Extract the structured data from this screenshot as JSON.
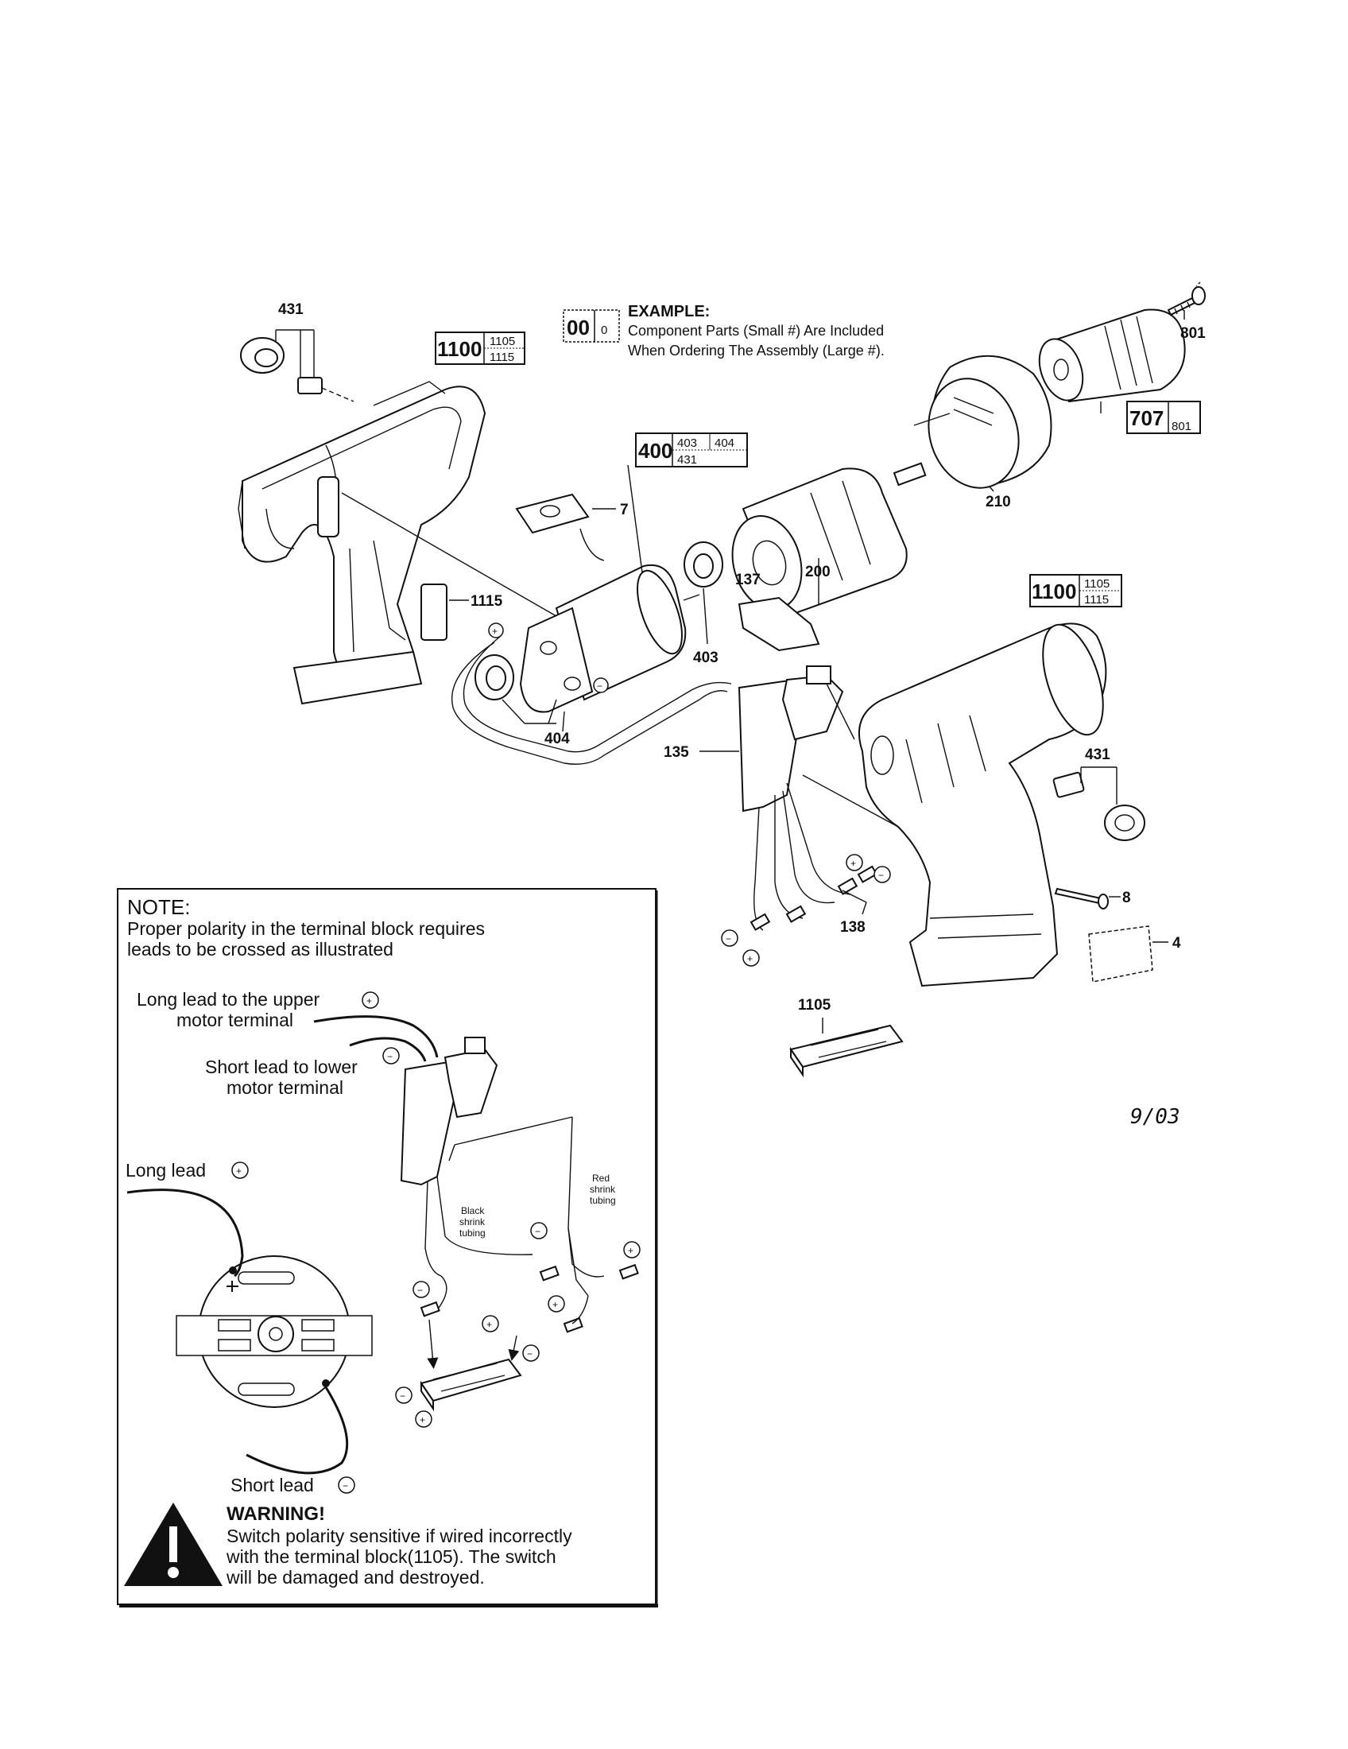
{
  "example": {
    "big": "00",
    "small": "0",
    "title": "EXAMPLE:",
    "line1": "Component Parts (Small #) Are Included",
    "line2": "When Ordering The Assembly (Large #)."
  },
  "assemblies": {
    "a1100_left": {
      "big": "1100",
      "s1": "1105",
      "s2": "1115"
    },
    "a1100_right": {
      "big": "1100",
      "s1": "1105",
      "s2": "1115"
    },
    "a400": {
      "big": "400",
      "s1": "403",
      "s2": "404",
      "s3": "431"
    },
    "a707": {
      "big": "707",
      "s1": "801"
    }
  },
  "part_numbers": {
    "p431_left": "431",
    "p801": "801",
    "p7": "7",
    "p1115": "1115",
    "p137": "137",
    "p200": "200",
    "p210": "210",
    "p403": "403",
    "p404": "404",
    "p135": "135",
    "p431_right": "431",
    "p8": "8",
    "p4": "4",
    "p138": "138",
    "p1105": "1105"
  },
  "symbols": {
    "plus": "+",
    "minus": "−"
  },
  "note": {
    "heading": "NOTE:",
    "line1": "Proper polarity in the terminal block requires",
    "line2": "leads to be crossed as illustrated",
    "long_upper_1": "Long lead to the upper",
    "long_upper_2": "motor terminal",
    "short_lower_1": "Short lead to lower",
    "short_lower_2": "motor terminal",
    "long_lead": "Long lead",
    "short_lead": "Short lead",
    "black_1": "Black",
    "black_2": "shrink",
    "black_3": "tubing",
    "red_1": "Red",
    "red_2": "shrink",
    "red_3": "tubing"
  },
  "warning": {
    "heading": "WARNING!",
    "line1": "Switch polarity sensitive if wired incorrectly",
    "line2": "with the terminal block(1105). The switch",
    "line3": "will be damaged and destroyed."
  },
  "date": "9/03"
}
